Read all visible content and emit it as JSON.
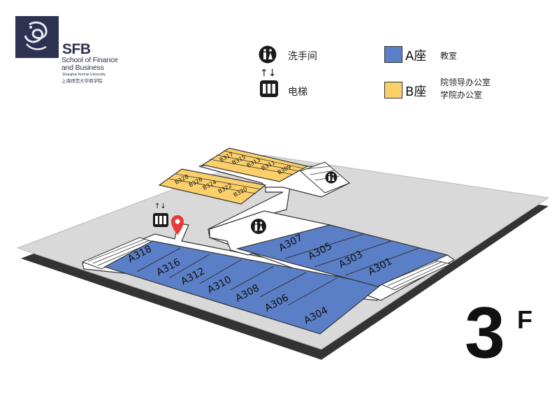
{
  "logo": {
    "mark": "dragon-emblem",
    "brand": "SFB",
    "line1": "School of Finance",
    "line2": "and Business",
    "line3": "Shanghai Normal University",
    "line4": "上海师范大学商学院"
  },
  "legend": {
    "restroom_label": "洗手间",
    "elevator_label": "电梯",
    "zone_a": {
      "name": "A座",
      "desc": "教室",
      "color": "#5b7fc6"
    },
    "zone_b": {
      "name": "B座",
      "desc_line1": "院领导办公室",
      "desc_line2": "学院办公室",
      "color": "#fbd06a"
    }
  },
  "floor": {
    "number": "3",
    "suffix": "F"
  },
  "rooms_a_front": [
    "A318",
    "A316",
    "A312",
    "A310",
    "A308",
    "A306",
    "A304"
  ],
  "rooms_a_back": [
    "A307",
    "A305",
    "A303",
    "A301"
  ],
  "rooms_b_top": [
    "B317",
    "B315",
    "B313",
    "B311",
    "B309"
  ],
  "rooms_b_bottom": [
    "B328",
    "B326",
    "B324",
    "B322",
    "B320"
  ],
  "icons": {
    "restroom": "restroom-icon",
    "elevator": "elevator-icon",
    "location_pin": "location-pin-icon",
    "location_pin_color": "#e63a3a"
  }
}
